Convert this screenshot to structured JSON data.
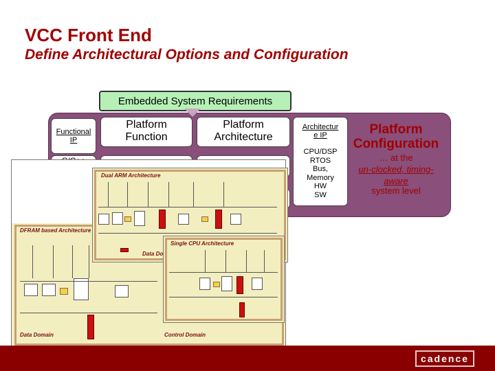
{
  "slide": {
    "title": "VCC Front End",
    "subtitle": "Define Architectural Options and Configuration"
  },
  "flow": {
    "requirements": "Embedded System Requirements",
    "functional_ip": "Functional IP",
    "platform_function_l1": "Platform",
    "platform_function_l2": "Function",
    "platform_architecture_l1": "Platform",
    "platform_architecture_l2": "Architecture",
    "architecture_ip_h1": "Architectur",
    "architecture_ip_h2": "e IP",
    "architecture_ip_items": [
      "CPU/DSP",
      "RTOS",
      "Bus,",
      "Memory",
      "HW",
      "SW"
    ],
    "partial_label": "C/C++"
  },
  "configuration": {
    "heading_l1": "Platform",
    "heading_l2": "Configuration",
    "line1": "… at the",
    "line2_a": "un-clocked",
    "line2_b": ", timing-",
    "line3": "aware",
    "line4": "system level"
  },
  "screenshots": {
    "dual_arm": {
      "title": "Dual ARM Architecture",
      "domain": "Data Domain"
    },
    "dfram": {
      "title": "DFRAM based Architecture",
      "data_domain": "Data Domain",
      "control_domain": "Control Domain"
    },
    "single_cpu": {
      "title": "Single CPU Architecture"
    }
  },
  "footer": {
    "logo": "cadence"
  },
  "colors": {
    "accent": "#a00000",
    "panel": "#8a4f7a",
    "requirements_fill": "#b6f0b6",
    "footer": "#8a0000"
  }
}
